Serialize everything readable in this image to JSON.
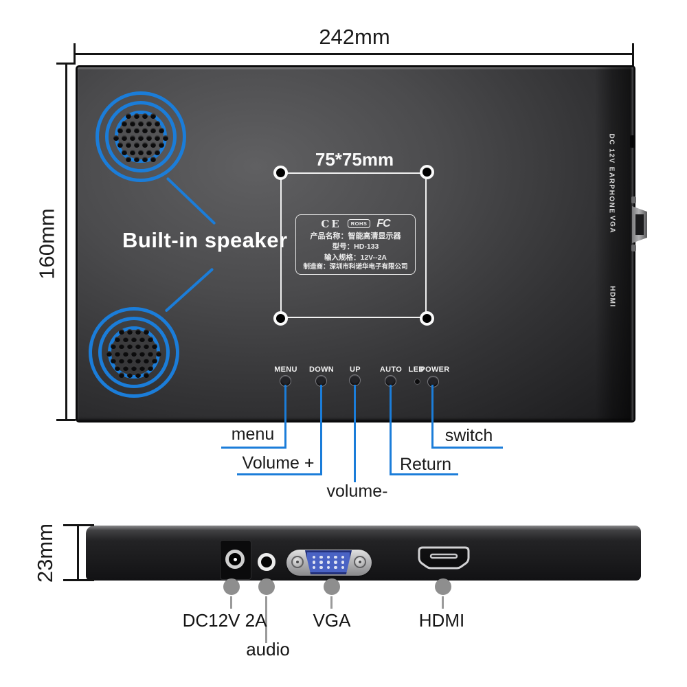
{
  "colors": {
    "accent": "#1b7dd9"
  },
  "dimensions": {
    "width": "242mm",
    "height": "160mm",
    "thickness": "23mm",
    "vesa": "75*75mm"
  },
  "back": {
    "speaker_note": "Built-in speaker",
    "sticker": {
      "ce": "CE",
      "rohs": "ROHS",
      "fcc": "FC",
      "product": "产品名称：智能高清显示器",
      "model": "型号：HD-133",
      "input": "输入规格：12V--2A",
      "maker": "制造商：深圳市科诺华电子有限公司"
    },
    "buttons": [
      "MENU",
      "DOWN",
      "UP",
      "AUTO",
      "LED",
      "POWER"
    ],
    "edge_ports": [
      "DC 12V EARPHONE",
      "VGA",
      "HDMI"
    ]
  },
  "callouts": {
    "menu": "menu",
    "volume_up": "Volume +",
    "volume_down": "volume-",
    "return": "Return",
    "switch": "switch"
  },
  "bottom": {
    "dc": "DC12V 2A",
    "audio": "audio",
    "vga": "VGA",
    "hdmi": "HDMI"
  }
}
